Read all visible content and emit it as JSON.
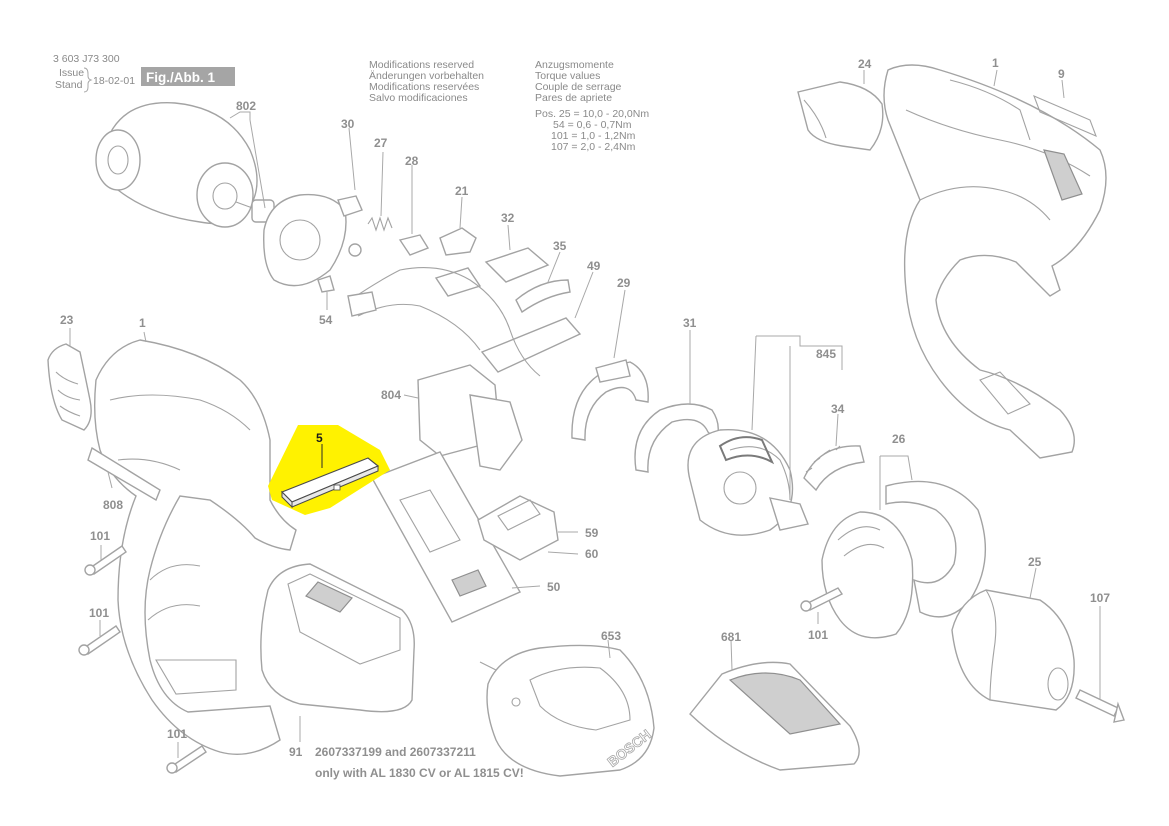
{
  "header": {
    "doc_number": "3 603 J73 300",
    "issue_label": "Issue",
    "stand_label": "Stand",
    "date": "18-02-01",
    "figure_label": "Fig./Abb. 1"
  },
  "notes": {
    "modifications": [
      "Modifications reserved",
      "Änderungen vorbehalten",
      "Modifications reservées",
      "Salvo modificaciones"
    ],
    "torque": [
      "Anzugsmomente",
      "Torque values",
      "Couple de serrage",
      "Pares de apriete",
      "Pos. 25 = 10,0   - 20,0Nm",
      "54  =  0,6   -  0,7Nm",
      "101  =  1,0   -  1,2Nm",
      "107  =  2,0   -  2,4Nm"
    ]
  },
  "parts": {
    "p802": "802",
    "p30": "30",
    "p27": "27",
    "p28": "28",
    "p21": "21",
    "p32": "32",
    "p35": "35",
    "p49": "49",
    "p29": "29",
    "p31": "31",
    "p54": "54",
    "p23": "23",
    "p1a": "1",
    "p804": "804",
    "p5": "5",
    "p808": "808",
    "p101a": "101",
    "p101b": "101",
    "p101c": "101",
    "p59": "59",
    "p60": "60",
    "p50": "50",
    "p845": "845",
    "p34": "34",
    "p26": "26",
    "p101d": "101",
    "p25": "25",
    "p107": "107",
    "p653": "653",
    "p681": "681",
    "p91": "91",
    "p24": "24",
    "p1b": "1",
    "p9": "9"
  },
  "battery_note": {
    "line1": "2607337199 and 2607337211",
    "line2": "only with AL 1830 CV or AL 1815 CV!"
  },
  "highlight_color": "#fff200",
  "charger_brand": "BOSCH"
}
